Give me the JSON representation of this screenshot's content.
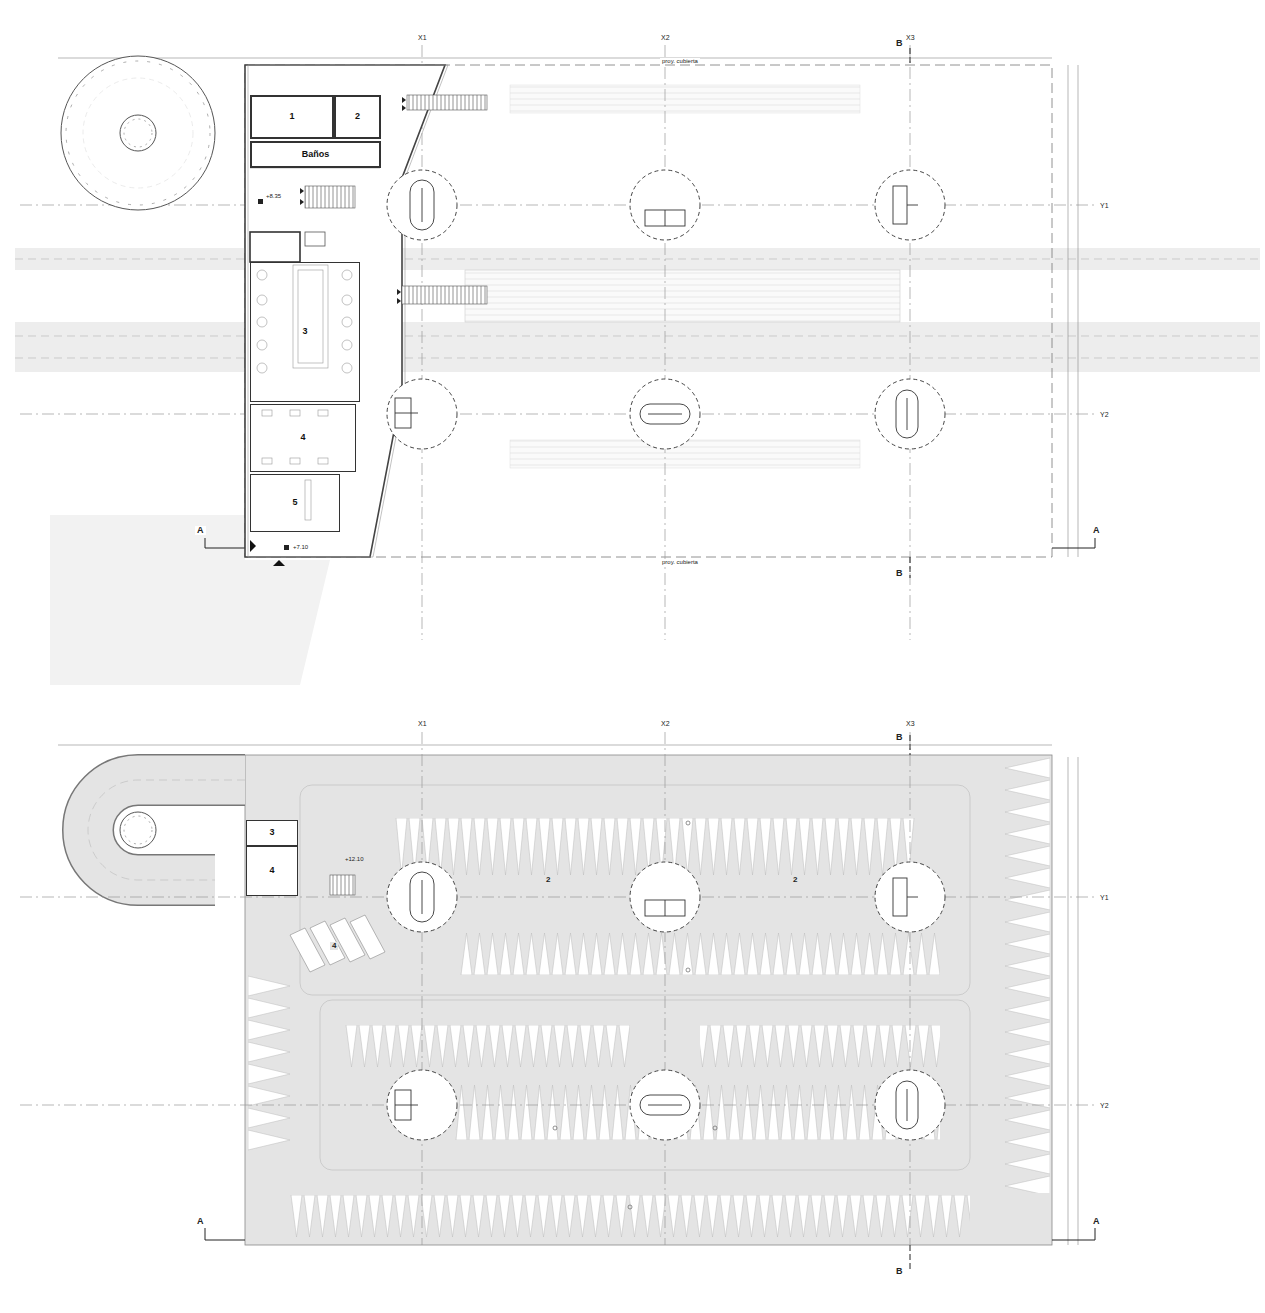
{
  "diagram": {
    "nodes": [
      {
        "text": [
          "1"
        ]
      },
      {
        "text": [
          "2"
        ]
      },
      {
        "text": [
          "Baños"
        ]
      },
      {
        "text": [
          "3"
        ]
      },
      {
        "text": [
          "4"
        ]
      },
      {
        "text": [
          "5"
        ]
      },
      {
        "text": [
          "3"
        ]
      },
      {
        "text": [
          "4"
        ]
      }
    ],
    "labels": [
      "X1",
      "X2",
      "X3",
      "Y1",
      "Y2",
      "A",
      "A",
      "B",
      "B",
      "proy. cubierta",
      "proy. cubierta",
      "+8.35",
      "+7.10",
      "X1",
      "X2",
      "X3",
      "Y1",
      "Y2",
      "A",
      "A",
      "B",
      "B",
      "+12.10",
      "2",
      "2",
      "4"
    ]
  }
}
